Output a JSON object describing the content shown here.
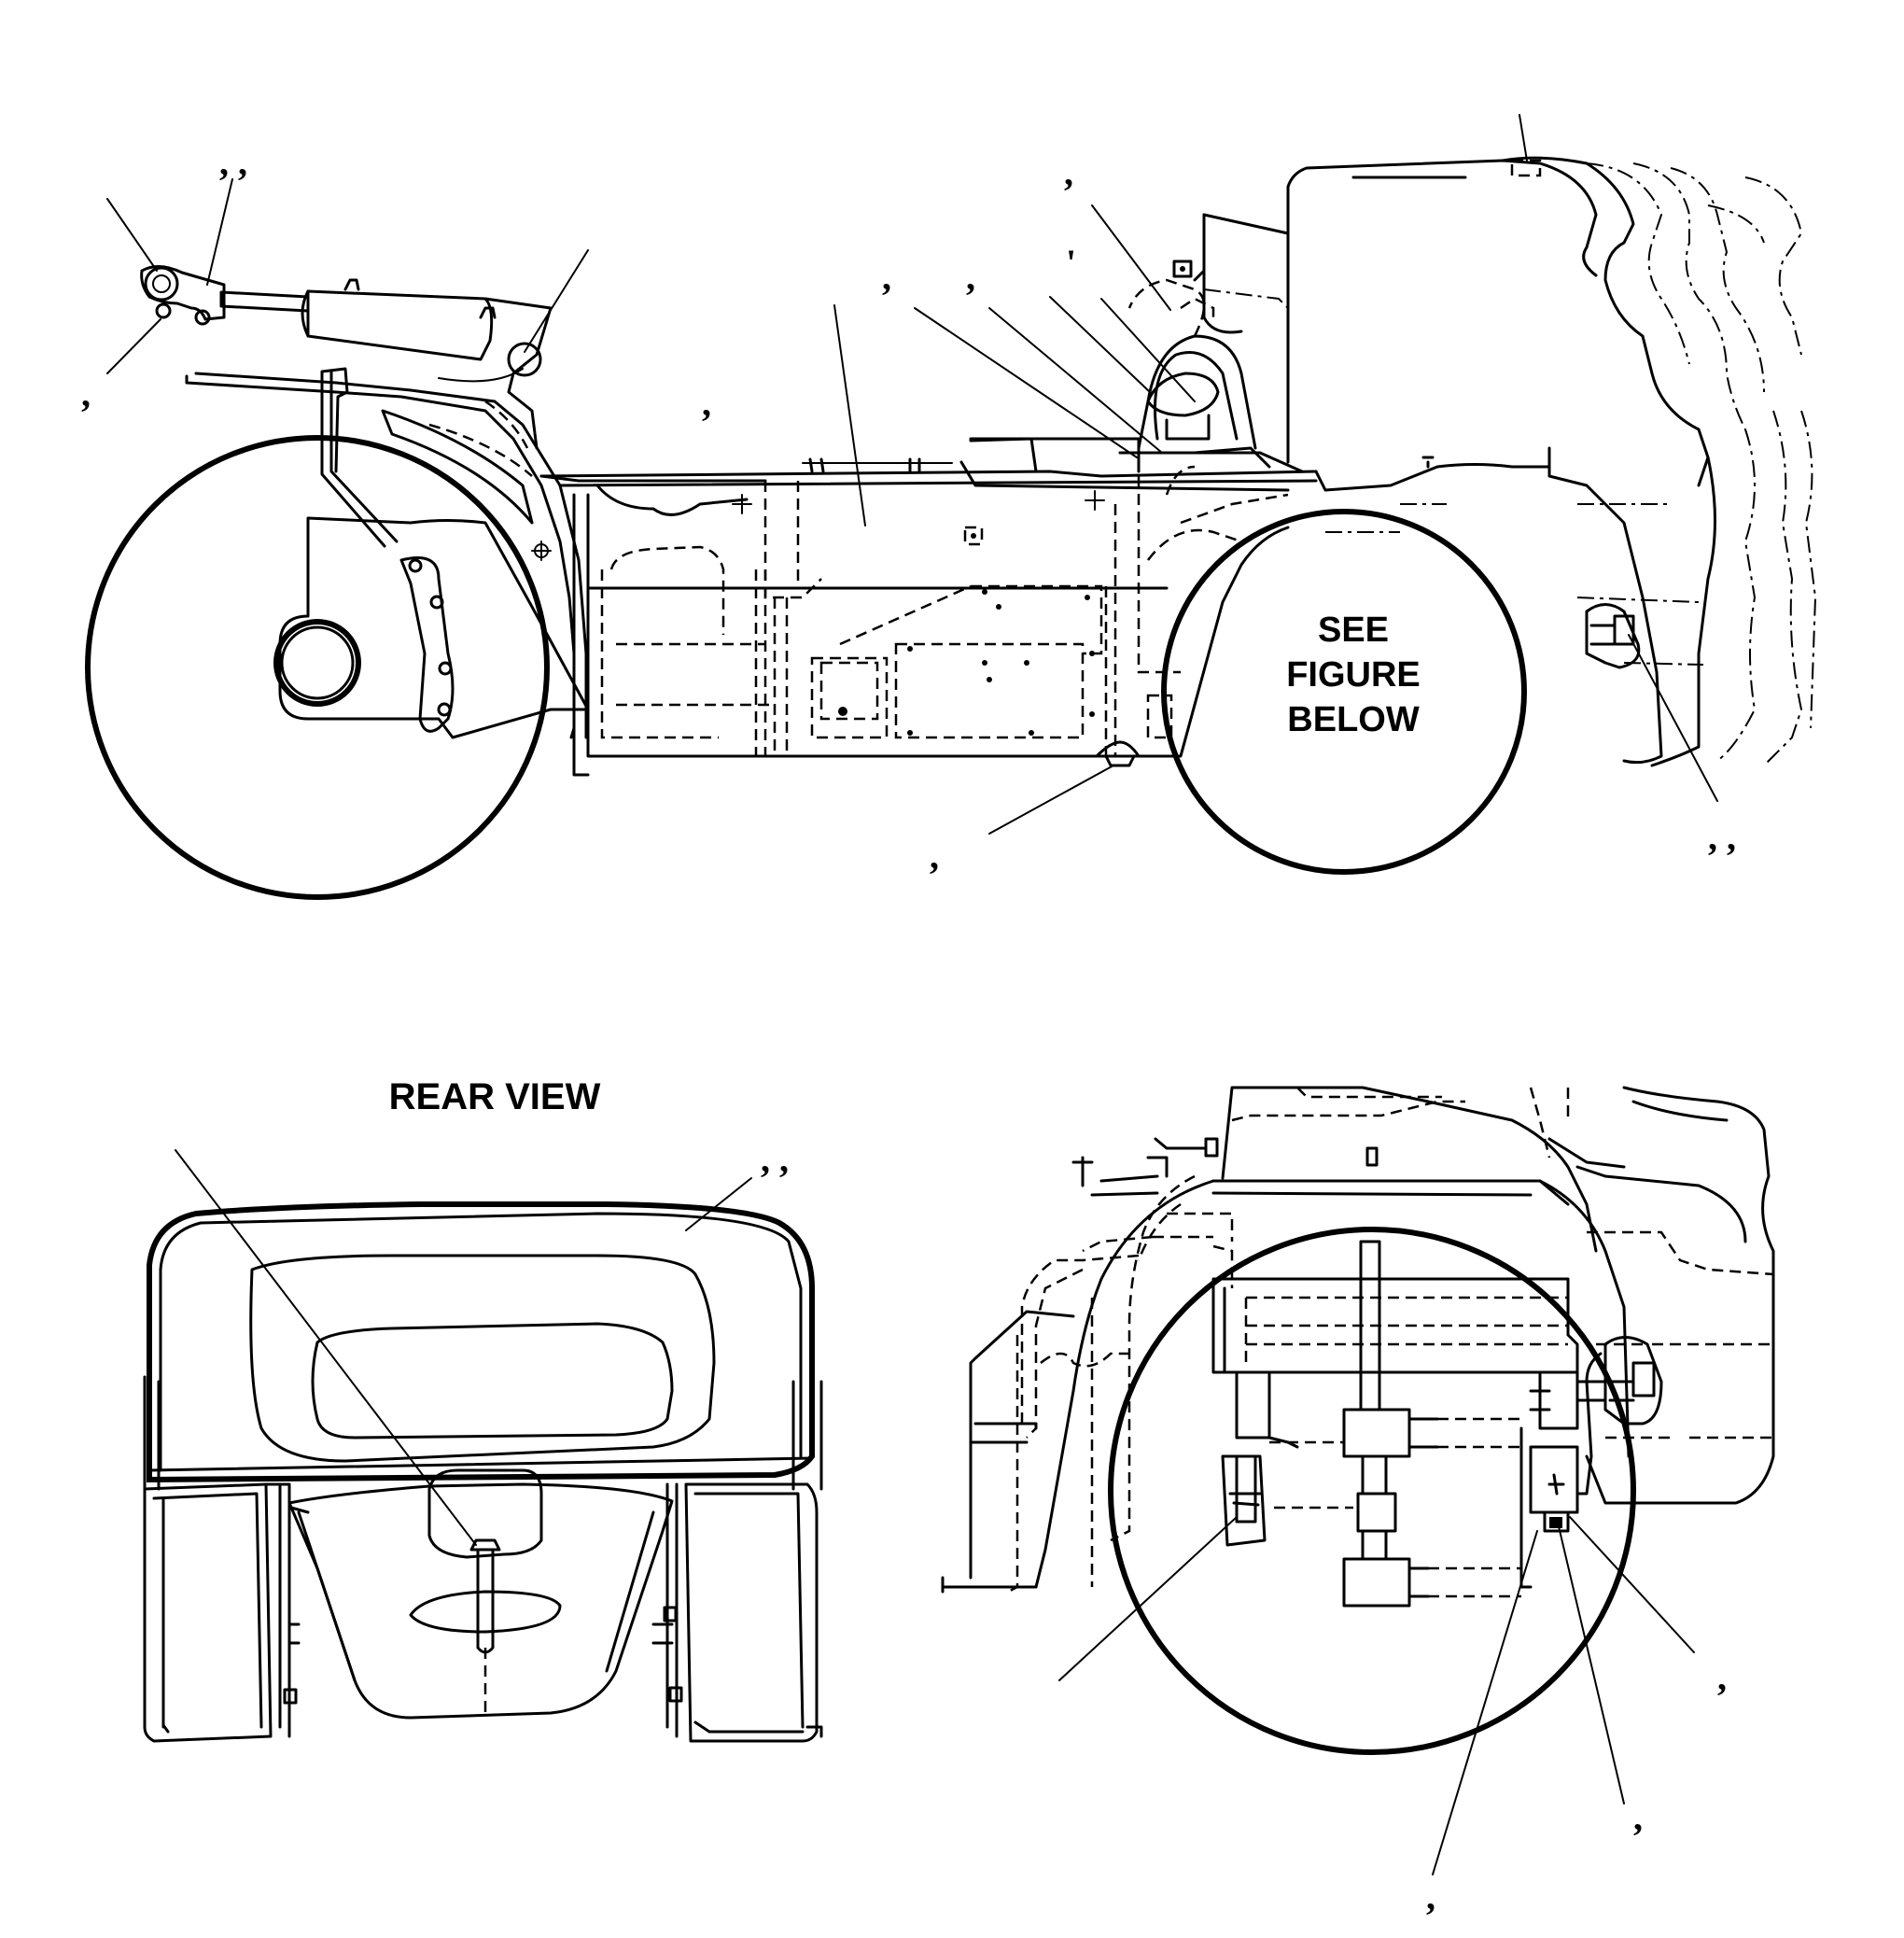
{
  "labels": {
    "see_figure_line1": "SEE",
    "see_figure_line2": "FIGURE",
    "see_figure_line3": "BELOW",
    "rear_view": "REAR VIEW"
  },
  "callouts": [
    {
      "id": "cylinder-top-left",
      "text": ",  ,"
    },
    {
      "id": "cylinder-bottom-left",
      "text": ","
    },
    {
      "id": "cylinder-pivot",
      "text": ","
    },
    {
      "id": "canopy-upper",
      "text": ","
    },
    {
      "id": "tank-left",
      "text": ","
    },
    {
      "id": "tank-mid",
      "text": ","
    },
    {
      "id": "tank-small",
      "text": "'"
    },
    {
      "id": "frame-bottom",
      "text": ","
    },
    {
      "id": "rear-wheel-bracket",
      "text": ",  ,"
    },
    {
      "id": "rear-view-top",
      "text": ",  ,"
    },
    {
      "id": "detail-right",
      "text": ","
    },
    {
      "id": "detail-mid",
      "text": ","
    },
    {
      "id": "detail-bottom",
      "text": ","
    }
  ]
}
